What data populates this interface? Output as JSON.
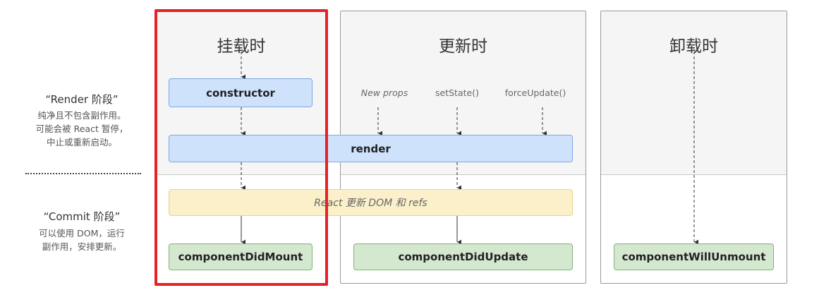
{
  "phases": {
    "render": {
      "title": "“Render 阶段”",
      "desc": [
        "纯净且不包含副作用。",
        "可能会被 React 暂停，",
        "中止或重新启动。"
      ]
    },
    "commit": {
      "title": "“Commit 阶段”",
      "desc": [
        "可以使用 DOM，运行",
        "副作用，安排更新。"
      ]
    }
  },
  "columns": {
    "mount": {
      "title": "挂载时"
    },
    "update": {
      "title": "更新时"
    },
    "unmount": {
      "title": "卸载时"
    }
  },
  "triggers": {
    "new_props": "New props",
    "set_state": "setState()",
    "force_update": "forceUpdate()"
  },
  "boxes": {
    "constructor": "constructor",
    "render": "render",
    "react_updates": "React 更新 DOM 和 refs",
    "did_mount": "componentDidMount",
    "did_update": "componentDidUpdate",
    "will_unmount": "componentWillUnmount"
  },
  "colors": {
    "render_box_fill": "#cfe2fc",
    "commit_box_fill": "#d4e8d0",
    "dom_update_fill": "#fbf0c9",
    "highlight_frame": "#e3222a"
  }
}
